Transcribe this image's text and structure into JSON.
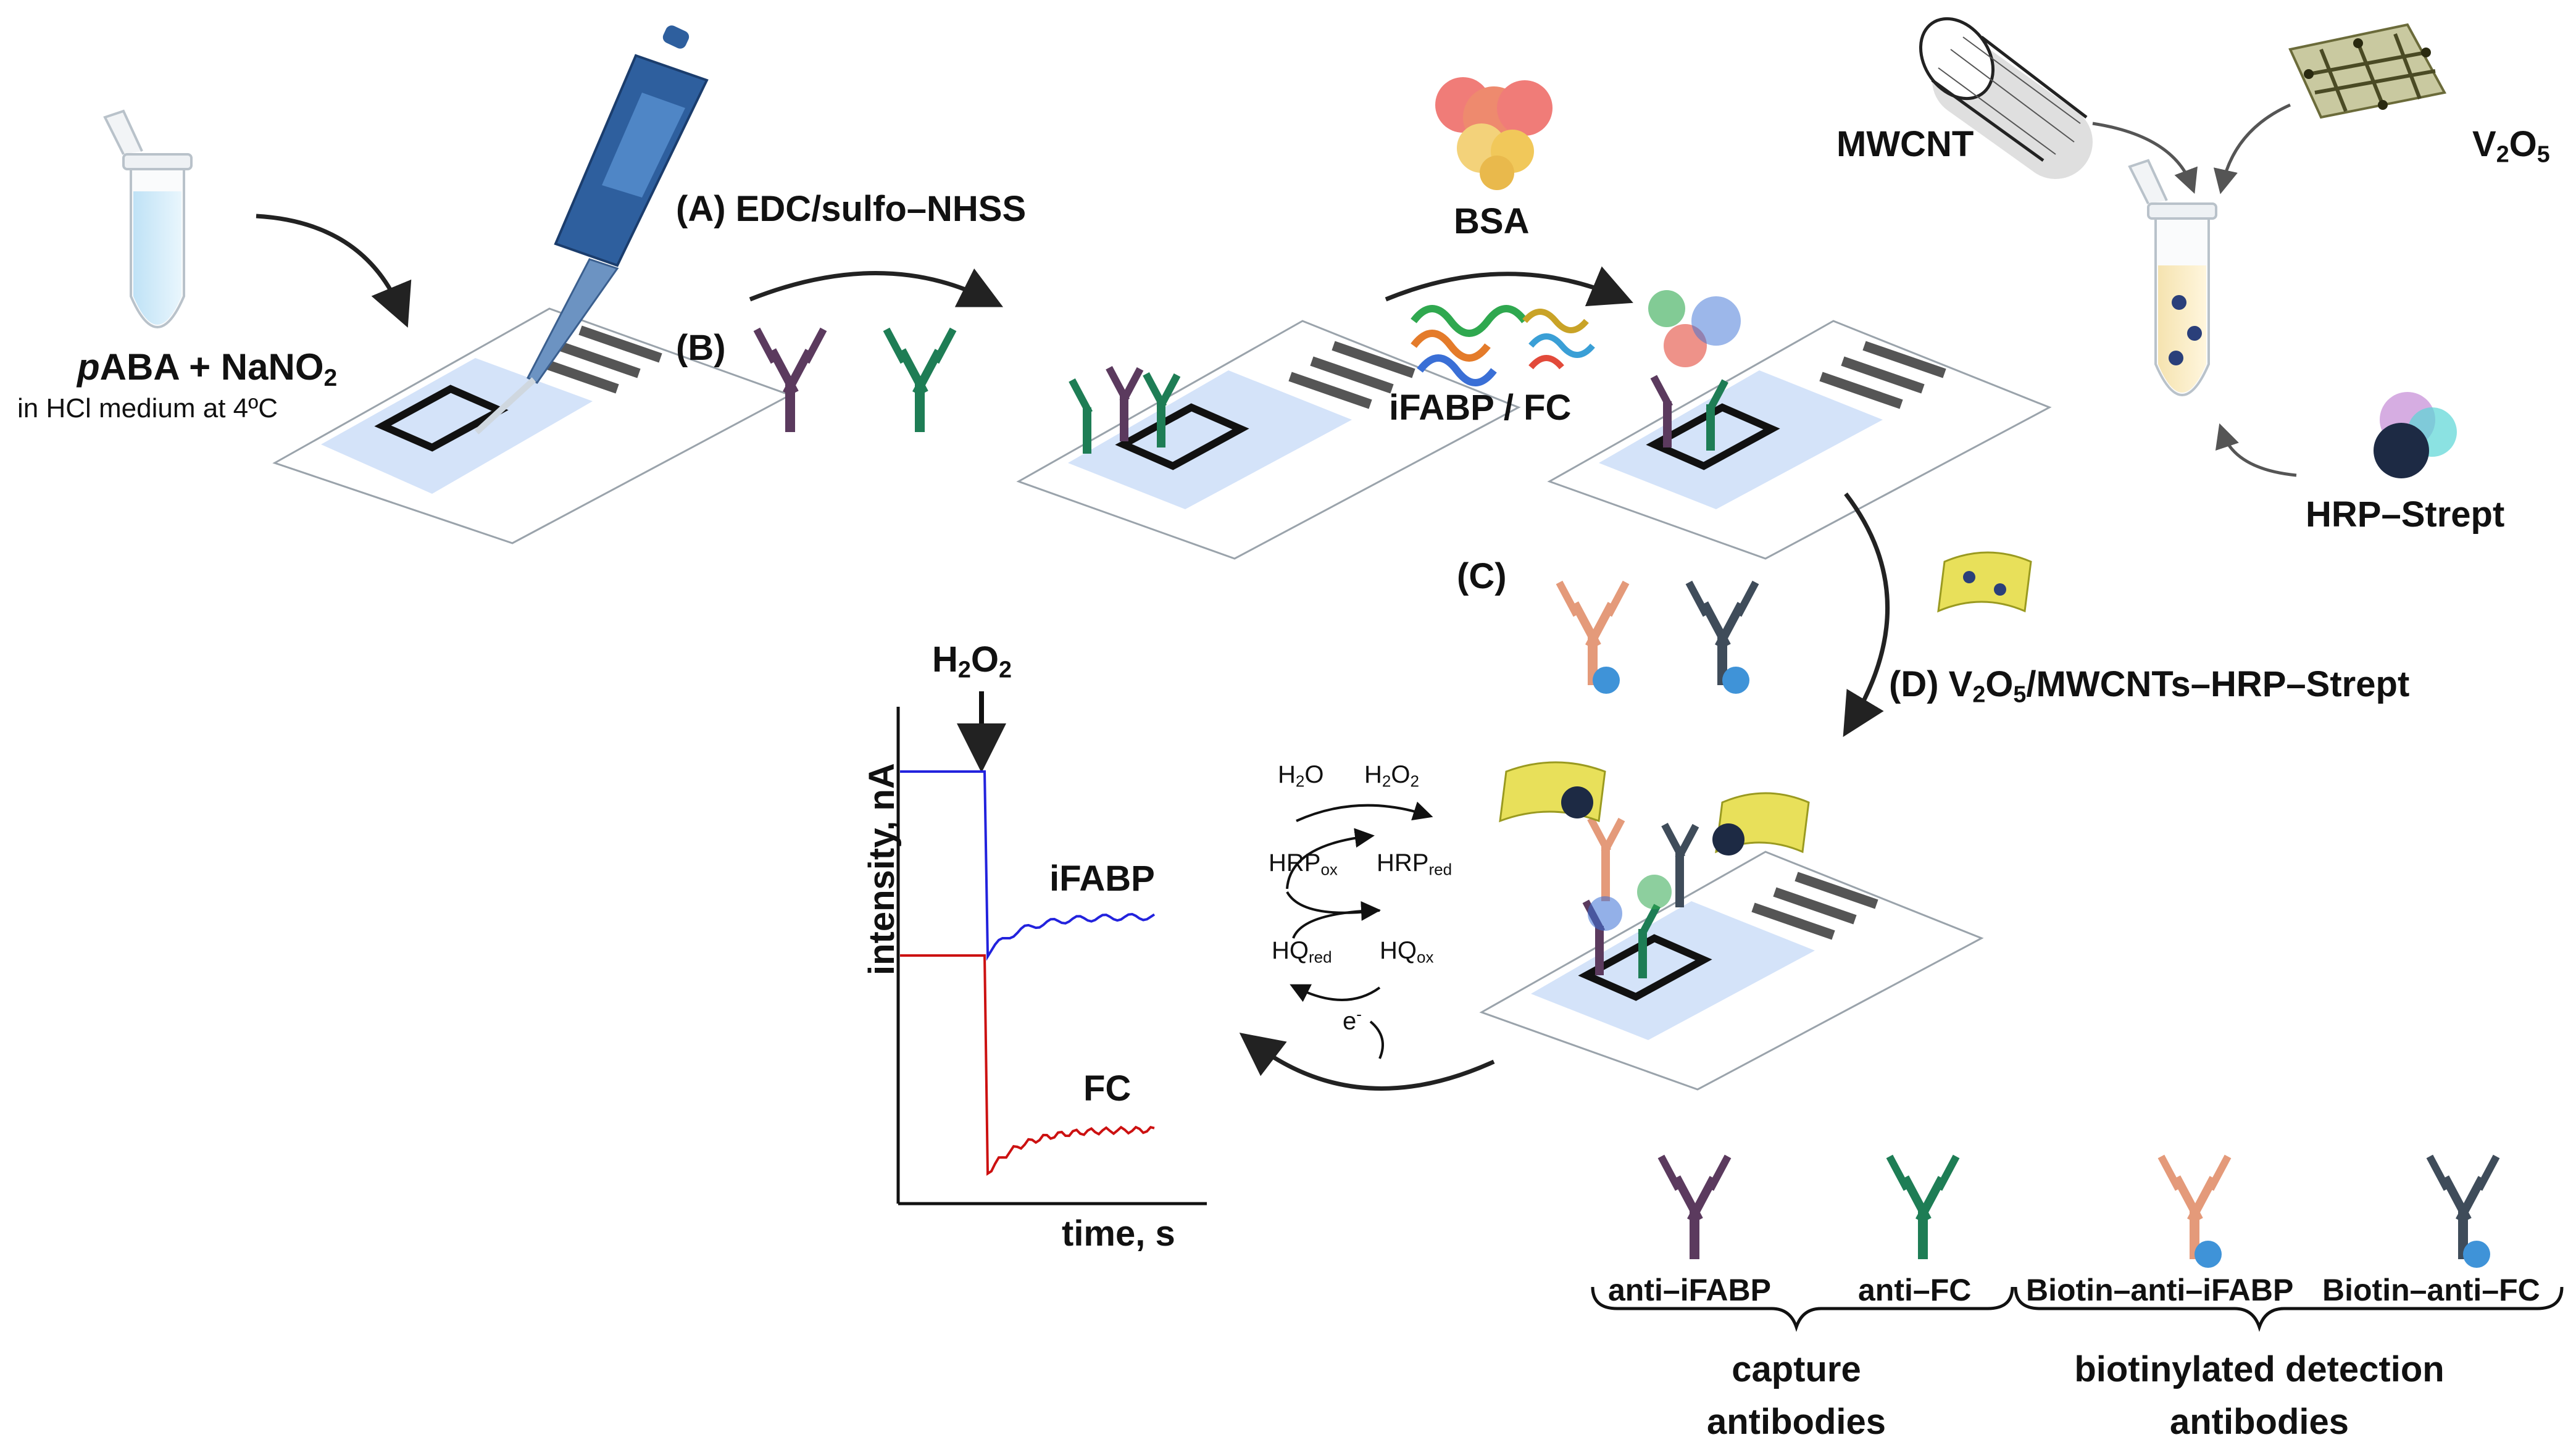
{
  "step0": {
    "reagent_main": "ABA + NaNO",
    "reagent_italic_prefix": "p",
    "reagent_sub": "2",
    "reagent_note": "in HCl medium at 4ºC"
  },
  "stepA": {
    "label": "(A) EDC/sulfo–NHSS"
  },
  "stepB": {
    "label": "(B)"
  },
  "block": {
    "bsa": "BSA",
    "analytes": "iFABP / FC"
  },
  "nano": {
    "mwcnt": "MWCNT",
    "v2o5_v": "V",
    "v2o5_sub1": "2",
    "v2o5_o": "O",
    "v2o5_sub2": "5",
    "hrp": "HRP–Strept"
  },
  "stepC": {
    "label": "(C)"
  },
  "stepD": {
    "prefix": "(D) V",
    "sub1": "2",
    "mid": "O",
    "sub2": "5",
    "suffix": "/MWCNTs–HRP–Strept"
  },
  "cycle": {
    "h2o": "H",
    "h2o_sub": "2",
    "h2o_tail": "O",
    "h2o2": "H",
    "h2o2_sub": "2",
    "h2o2_mid": "O",
    "h2o2_sub2": "2",
    "hrp_ox": "HRP",
    "hrp_ox_sub": "ox",
    "hrp_red": "HRP",
    "hrp_red_sub": "red",
    "hq_red": "HQ",
    "hq_red_sub": "red",
    "hq_ox": "HQ",
    "hq_ox_sub": "ox",
    "electron": "e",
    "electron_sup": "-"
  },
  "chart_data": {
    "type": "line",
    "xlabel": "time, s",
    "ylabel": "intensity, nA",
    "annotation": {
      "text": "H",
      "sub": "2",
      "mid": "O",
      "sub2": "2"
    },
    "series": [
      {
        "name": "iFABP",
        "color": "#2222dd"
      },
      {
        "name": "FC",
        "color": "#cc1111"
      }
    ]
  },
  "legend": {
    "items": [
      {
        "label": "anti–iFABP",
        "color": "#5b3a5e"
      },
      {
        "label": "anti–FC",
        "color": "#1e7d55"
      },
      {
        "label": "Biotin–anti–iFABP",
        "color": "#e49a7a"
      },
      {
        "label": "Biotin–anti–FC",
        "color": "#3f4c5a"
      }
    ],
    "group1_line1": "capture",
    "group1_line2": "antibodies",
    "group2_line1": "biotinylated detection",
    "group2_line2": "antibodies"
  },
  "colors": {
    "purple_ab": "#5b3a5e",
    "green_ab": "#1e7d55",
    "orange_ab": "#e49a7a",
    "slate_ab": "#3f4c5a",
    "biotin": "#3f93d8",
    "pipette": "#2e5f9e"
  }
}
